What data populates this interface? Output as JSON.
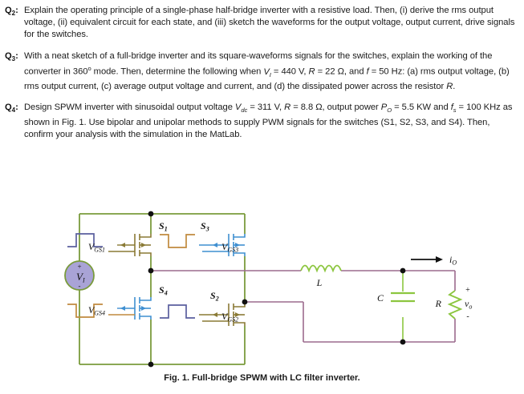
{
  "document": {
    "title": "Power Electronics Homework Questions"
  },
  "questions": [
    {
      "id": "q2",
      "label": "Q",
      "label_sub": "2",
      "label_colon": ":",
      "text_parts": [
        {
          "t": "Explain the operating principle of a single-phase half-bridge inverter with a resistive load. Then, (i) derive the rms output voltage, (ii) equivalent circuit for each state, and (iii) sketch the waveforms for the output voltage, output current, drive signals for the switches."
        }
      ],
      "plain": "Explain the operating principle of a single-phase half-bridge inverter with a resistive load. Then, (i) derive the rms output voltage, (ii) equivalent circuit for each state, and (iii) sketch the waveforms for the output voltage, output current, drive signals for the switches."
    },
    {
      "id": "q3",
      "label": "Q",
      "label_sub": "3",
      "label_colon": ":",
      "plain": "With a neat sketch of a full-bridge inverter and its square-waveforms signals for the switches, explain the working of the converter in 360° mode. Then, determine the following when V₁ = 440 V, R = 22 Ω, and f = 50 Hz: (a) rms output voltage, (b) rms output current, (c) average output voltage and current, and (d) the dissipated power across the resistor R.",
      "values": {
        "input_voltage": "440 V",
        "resistance": "22 Ω",
        "frequency": "50 Hz",
        "mode": "360°"
      }
    },
    {
      "id": "q4",
      "label": "Q",
      "label_sub": "4",
      "label_colon": ":",
      "plain": "Design SPWM inverter with sinusoidal output voltage Vdc = 311 V, R = 8.8 Ω, output power PO = 5.5 KW and fs = 100 KHz as shown in Fig. 1. Use bipolar and unipolar methods to supply PWM signals for the switches (S1, S2, S3, and S4). Then, confirm your analysis with the simulation in the MatLab.",
      "values": {
        "vdc": "311 V",
        "resistance": "8.8 Ω",
        "output_power": "5.5 KW",
        "switching_frequency": "100 KHz",
        "figure_ref": "Fig. 1",
        "switches": "(S1, S2, S3, and S4)",
        "software": "MatLab"
      }
    }
  ],
  "figure": {
    "caption": "Fig. 1. Full-bridge SPWM with LC filter inverter.",
    "labels": {
      "source": "V",
      "source_sub": "I",
      "source_plus": "+",
      "source_minus": "-",
      "s1": "S",
      "s1_sub": "1",
      "s2": "S",
      "s2_sub": "2",
      "s3": "S",
      "s3_sub": "3",
      "s4": "S",
      "s4_sub": "4",
      "vgs1": "V",
      "vgs1_sub": "GS1",
      "vgs2": "V",
      "vgs2_sub": "GS2",
      "vgs3": "V",
      "vgs3_sub": "GS3",
      "vgs4": "V",
      "vgs4_sub": "GS4",
      "inductor": "L",
      "capacitor": "C",
      "resistor": "R",
      "output_current": "i",
      "output_current_sub": "O",
      "output_voltage": "v",
      "output_voltage_sub": "o",
      "out_plus": "+",
      "out_minus": "-"
    },
    "colors": {
      "rail_green": "#7a9b3c",
      "wire_purple": "#9c6b8e",
      "mosfet_blue": "#3f8fd1",
      "mosfet_olive": "#8a7a35",
      "pulse_navy": "#5a5f9e",
      "pulse_tan": "#c08a3e",
      "component_green": "#8cc63f",
      "source_fill": "#a9a3d6",
      "source_stroke": "#7a9b3c",
      "node_black": "#111111",
      "arrow_black": "#111111"
    }
  }
}
